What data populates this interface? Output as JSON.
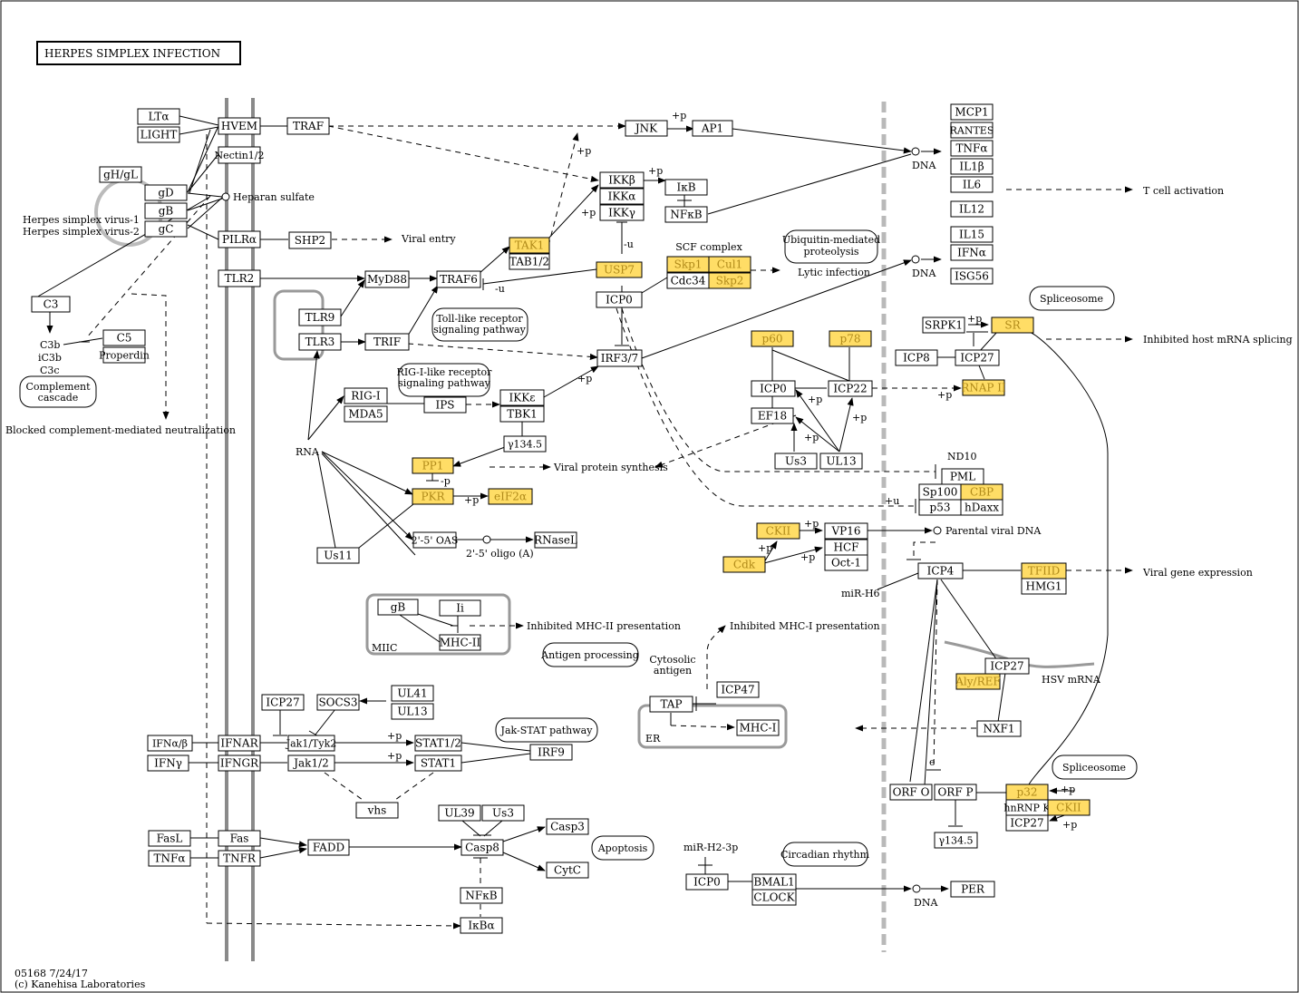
{
  "title": "HERPES SIMPLEX INFECTION",
  "footer": {
    "id_date": "05168 7/24/17",
    "copyright": "(c) Kanehisa Laboratories"
  },
  "colors": {
    "highlight_fill": "#ffdd66",
    "highlight_text": "#b08a1a",
    "membrane": "#8a8a8a"
  },
  "nodes": [
    {
      "id": "lta",
      "label": "LTα",
      "hl": false
    },
    {
      "id": "light",
      "label": "LIGHT",
      "hl": false
    },
    {
      "id": "hvem",
      "label": "HVEM",
      "hl": false
    },
    {
      "id": "traf",
      "label": "TRAF",
      "hl": false
    },
    {
      "id": "nectin",
      "label": "Nectin1/2",
      "hl": false
    },
    {
      "id": "ghgl",
      "label": "gH/gL",
      "hl": false
    },
    {
      "id": "gd",
      "label": "gD",
      "hl": false
    },
    {
      "id": "gb",
      "label": "gB",
      "hl": false
    },
    {
      "id": "gc",
      "label": "gC",
      "hl": false
    },
    {
      "id": "pilra",
      "label": "PILRα",
      "hl": false
    },
    {
      "id": "shp2",
      "label": "SHP2",
      "hl": false
    },
    {
      "id": "tlr2",
      "label": "TLR2",
      "hl": false
    },
    {
      "id": "myd88",
      "label": "MyD88",
      "hl": false
    },
    {
      "id": "traf6",
      "label": "TRAF6",
      "hl": false
    },
    {
      "id": "tlr9",
      "label": "TLR9",
      "hl": false
    },
    {
      "id": "tlr3",
      "label": "TLR3",
      "hl": false
    },
    {
      "id": "trif",
      "label": "TRIF",
      "hl": false
    },
    {
      "id": "c3",
      "label": "C3",
      "hl": false
    },
    {
      "id": "c5",
      "label": "C5",
      "hl": false
    },
    {
      "id": "properdin",
      "label": "Properdin",
      "hl": false
    },
    {
      "id": "jnk",
      "label": "JNK",
      "hl": false
    },
    {
      "id": "ap1",
      "label": "AP1",
      "hl": false
    },
    {
      "id": "ikkb",
      "label": "IKKβ",
      "hl": false
    },
    {
      "id": "ikka",
      "label": "IKKα",
      "hl": false
    },
    {
      "id": "ikkg",
      "label": "IKKγ",
      "hl": false
    },
    {
      "id": "ikb",
      "label": "IκB",
      "hl": false
    },
    {
      "id": "nfkb1",
      "label": "NFκB",
      "hl": false
    },
    {
      "id": "tak1",
      "label": "TAK1",
      "hl": true
    },
    {
      "id": "tab12",
      "label": "TAB1/2",
      "hl": false
    },
    {
      "id": "usp7",
      "label": "USP7",
      "hl": true
    },
    {
      "id": "icp0a",
      "label": "ICP0",
      "hl": false
    },
    {
      "id": "skp1",
      "label": "Skp1",
      "hl": true
    },
    {
      "id": "cul1",
      "label": "Cul1",
      "hl": true
    },
    {
      "id": "cdc34",
      "label": "Cdc34",
      "hl": false
    },
    {
      "id": "skp2",
      "label": "Skp2",
      "hl": true
    },
    {
      "id": "irf37",
      "label": "IRF3/7",
      "hl": false
    },
    {
      "id": "rigi",
      "label": "RIG-I",
      "hl": false
    },
    {
      "id": "mda5",
      "label": "MDA5",
      "hl": false
    },
    {
      "id": "ips",
      "label": "IPS",
      "hl": false
    },
    {
      "id": "ikke",
      "label": "IKKε",
      "hl": false
    },
    {
      "id": "tbk1",
      "label": "TBK1",
      "hl": false
    },
    {
      "id": "g345a",
      "label": "γ134.5",
      "hl": false
    },
    {
      "id": "pp1",
      "label": "PP1",
      "hl": true
    },
    {
      "id": "pkr",
      "label": "PKR",
      "hl": true
    },
    {
      "id": "eif2a",
      "label": "eIF2α",
      "hl": true
    },
    {
      "id": "oas",
      "label": "2'-5' OAS",
      "hl": false
    },
    {
      "id": "rnasel",
      "label": "RNaseL",
      "hl": false
    },
    {
      "id": "us11",
      "label": "Us11",
      "hl": false
    },
    {
      "id": "gb2",
      "label": "gB",
      "hl": false
    },
    {
      "id": "ii",
      "label": "Ii",
      "hl": false
    },
    {
      "id": "mhc2",
      "label": "MHC-II",
      "hl": false
    },
    {
      "id": "icp27a",
      "label": "ICP27",
      "hl": false
    },
    {
      "id": "socs3",
      "label": "SOCS3",
      "hl": false
    },
    {
      "id": "ul41",
      "label": "UL41",
      "hl": false
    },
    {
      "id": "ul13a",
      "label": "UL13",
      "hl": false
    },
    {
      "id": "ifnab",
      "label": "IFNα/β",
      "hl": false
    },
    {
      "id": "ifnar",
      "label": "IFNAR",
      "hl": false
    },
    {
      "id": "jak1tyk2",
      "label": "Jak1/Tyk2",
      "hl": false
    },
    {
      "id": "stat12",
      "label": "STAT1/2",
      "hl": false
    },
    {
      "id": "ifng",
      "label": "IFNγ",
      "hl": false
    },
    {
      "id": "ifngr",
      "label": "IFNGR",
      "hl": false
    },
    {
      "id": "jak12",
      "label": "Jak1/2",
      "hl": false
    },
    {
      "id": "stat1",
      "label": "STAT1",
      "hl": false
    },
    {
      "id": "irf9",
      "label": "IRF9",
      "hl": false
    },
    {
      "id": "vhs",
      "label": "vhs",
      "hl": false
    },
    {
      "id": "fasl",
      "label": "FasL",
      "hl": false
    },
    {
      "id": "fas",
      "label": "Fas",
      "hl": false
    },
    {
      "id": "tnfa2",
      "label": "TNFα",
      "hl": false
    },
    {
      "id": "tnfr",
      "label": "TNFR",
      "hl": false
    },
    {
      "id": "fadd",
      "label": "FADD",
      "hl": false
    },
    {
      "id": "ul39",
      "label": "UL39",
      "hl": false
    },
    {
      "id": "us3a",
      "label": "Us3",
      "hl": false
    },
    {
      "id": "casp8",
      "label": "Casp8",
      "hl": false
    },
    {
      "id": "casp3",
      "label": "Casp3",
      "hl": false
    },
    {
      "id": "cytc",
      "label": "CytC",
      "hl": false
    },
    {
      "id": "nfkb2",
      "label": "NFκB",
      "hl": false
    },
    {
      "id": "ikba",
      "label": "IκBα",
      "hl": false
    },
    {
      "id": "tap",
      "label": "TAP",
      "hl": false
    },
    {
      "id": "icp47",
      "label": "ICP47",
      "hl": false
    },
    {
      "id": "mhc1",
      "label": "MHC-I",
      "hl": false
    },
    {
      "id": "p60",
      "label": "p60",
      "hl": true
    },
    {
      "id": "p78",
      "label": "p78",
      "hl": true
    },
    {
      "id": "icp0b",
      "label": "ICP0",
      "hl": false
    },
    {
      "id": "icp22",
      "label": "ICP22",
      "hl": false
    },
    {
      "id": "ef18",
      "label": "EF18",
      "hl": false
    },
    {
      "id": "us3b",
      "label": "Us3",
      "hl": false
    },
    {
      "id": "ul13b",
      "label": "UL13",
      "hl": false
    },
    {
      "id": "ckii1",
      "label": "CKII",
      "hl": true
    },
    {
      "id": "cdk",
      "label": "Cdk",
      "hl": true
    },
    {
      "id": "vp16",
      "label": "VP16",
      "hl": false
    },
    {
      "id": "hcf",
      "label": "HCF",
      "hl": false
    },
    {
      "id": "oct1",
      "label": "Oct-1",
      "hl": false
    },
    {
      "id": "mcp1",
      "label": "MCP1",
      "hl": false
    },
    {
      "id": "rantes",
      "label": "RANTES",
      "hl": false
    },
    {
      "id": "tnfa1",
      "label": "TNFα",
      "hl": false
    },
    {
      "id": "il1b",
      "label": "IL1β",
      "hl": false
    },
    {
      "id": "il6",
      "label": "IL6",
      "hl": false
    },
    {
      "id": "il12",
      "label": "IL12",
      "hl": false
    },
    {
      "id": "il15",
      "label": "IL15",
      "hl": false
    },
    {
      "id": "ifna",
      "label": "IFNα",
      "hl": false
    },
    {
      "id": "isg56",
      "label": "ISG56",
      "hl": false
    },
    {
      "id": "srpk1",
      "label": "SRPK1",
      "hl": false
    },
    {
      "id": "sr",
      "label": "SR",
      "hl": true
    },
    {
      "id": "icp8",
      "label": "ICP8",
      "hl": false
    },
    {
      "id": "icp27b",
      "label": "ICP27",
      "hl": false
    },
    {
      "id": "rnap2",
      "label": "RNAP II",
      "hl": true
    },
    {
      "id": "pml",
      "label": "PML",
      "hl": false
    },
    {
      "id": "sp100",
      "label": "Sp100",
      "hl": false
    },
    {
      "id": "cbp",
      "label": "CBP",
      "hl": true
    },
    {
      "id": "p53",
      "label": "p53",
      "hl": false
    },
    {
      "id": "hdaxx",
      "label": "hDaxx",
      "hl": false
    },
    {
      "id": "icp4",
      "label": "ICP4",
      "hl": false
    },
    {
      "id": "tfiid",
      "label": "TFIID",
      "hl": true
    },
    {
      "id": "hmg1",
      "label": "HMG1",
      "hl": false
    },
    {
      "id": "icp27c",
      "label": "ICP27",
      "hl": false
    },
    {
      "id": "alyref",
      "label": "Aly/REF",
      "hl": true
    },
    {
      "id": "nxf1",
      "label": "NXF1",
      "hl": false
    },
    {
      "id": "orfo",
      "label": "ORF O",
      "hl": false
    },
    {
      "id": "orfp",
      "label": "ORF P",
      "hl": false
    },
    {
      "id": "p32",
      "label": "p32",
      "hl": true
    },
    {
      "id": "hnrnpk",
      "label": "hnRNP K",
      "hl": false
    },
    {
      "id": "ckii2",
      "label": "CKII",
      "hl": true
    },
    {
      "id": "icp27d",
      "label": "ICP27",
      "hl": false
    },
    {
      "id": "g345b",
      "label": "γ134.5",
      "hl": false
    },
    {
      "id": "icp0c",
      "label": "ICP0",
      "hl": false
    },
    {
      "id": "bmal1",
      "label": "BMAL1",
      "hl": false
    },
    {
      "id": "clock",
      "label": "CLOCK",
      "hl": false
    },
    {
      "id": "per",
      "label": "PER",
      "hl": false
    }
  ],
  "pathways": [
    {
      "id": "ubiq",
      "label": "Ubiquitin-mediated proteolysis"
    },
    {
      "id": "spliceo1",
      "label": "Spliceosome"
    },
    {
      "id": "tlrpath",
      "label": "Toll-like receptor signaling pathway"
    },
    {
      "id": "rigpath",
      "label": "RIG-I-like receptor signaling pathway"
    },
    {
      "id": "complement",
      "label": "Complement cascade"
    },
    {
      "id": "antigen",
      "label": "Antigen processing"
    },
    {
      "id": "jakstat",
      "label": "Jak-STAT pathway"
    },
    {
      "id": "apoptosis",
      "label": "Apoptosis"
    },
    {
      "id": "circadian",
      "label": "Circadian rhythm"
    },
    {
      "id": "spliceo2",
      "label": "Spliceosome"
    }
  ],
  "labels": [
    {
      "id": "heparan",
      "text": "Heparan sulfate"
    },
    {
      "id": "hsv1",
      "text": "Herpes simplex virus-1"
    },
    {
      "id": "hsv2",
      "text": "Herpes simplex virus-2"
    },
    {
      "id": "viralentry",
      "text": "Viral entry"
    },
    {
      "id": "c3b",
      "text": "C3b"
    },
    {
      "id": "ic3b",
      "text": "iC3b"
    },
    {
      "id": "c3c",
      "text": "C3c"
    },
    {
      "id": "blocked",
      "text": "Blocked complement-mediated neutralization"
    },
    {
      "id": "scf",
      "text": "SCF complex"
    },
    {
      "id": "lytic",
      "text": "Lytic infection"
    },
    {
      "id": "dna1",
      "text": "DNA"
    },
    {
      "id": "dna2",
      "text": "DNA"
    },
    {
      "id": "dna3",
      "text": "DNA"
    },
    {
      "id": "tcell",
      "text": "T cell activation"
    },
    {
      "id": "inhibsplice",
      "text": "Inhibited host mRNA splicing"
    },
    {
      "id": "rna",
      "text": "RNA"
    },
    {
      "id": "vps",
      "text": "Viral protein synthesis"
    },
    {
      "id": "oligo",
      "text": "2'-5' oligo (A)"
    },
    {
      "id": "nd10",
      "text": "ND10"
    },
    {
      "id": "pvdna",
      "text": "Parental viral DNA"
    },
    {
      "id": "mirh6",
      "text": "miR-H6"
    },
    {
      "id": "vge",
      "text": "Viral gene expression"
    },
    {
      "id": "inhibmhc2",
      "text": "Inhibited MHC-II presentation"
    },
    {
      "id": "miic",
      "text": "MIIC"
    },
    {
      "id": "inhibmhc1",
      "text": "Inhibited MHC-I presentation"
    },
    {
      "id": "cytosolic",
      "text": "Cytosolic antigen"
    },
    {
      "id": "er",
      "text": "ER"
    },
    {
      "id": "hsvmrna",
      "text": "HSV mRNA"
    },
    {
      "id": "mirh23",
      "text": "miR-H2-3p"
    },
    {
      "id": "p1",
      "text": "+p"
    },
    {
      "id": "p2",
      "text": "+p"
    },
    {
      "id": "p3",
      "text": "+p"
    },
    {
      "id": "p4",
      "text": "+p"
    },
    {
      "id": "p5",
      "text": "+p"
    },
    {
      "id": "p6",
      "text": "+p"
    },
    {
      "id": "p7",
      "text": "+p"
    },
    {
      "id": "p8",
      "text": "+p"
    },
    {
      "id": "p9",
      "text": "+p"
    },
    {
      "id": "p10",
      "text": "+p"
    },
    {
      "id": "p11",
      "text": "+p"
    },
    {
      "id": "p12",
      "text": "+p"
    },
    {
      "id": "p13",
      "text": "+p"
    },
    {
      "id": "p14",
      "text": "+p"
    },
    {
      "id": "p15",
      "text": "+p"
    },
    {
      "id": "p16",
      "text": "+p"
    },
    {
      "id": "p17",
      "text": "+p"
    },
    {
      "id": "p18",
      "text": "+p"
    },
    {
      "id": "p19",
      "text": "+p"
    },
    {
      "id": "p20",
      "text": "+p"
    },
    {
      "id": "p21",
      "text": "+p"
    },
    {
      "id": "u1",
      "text": "-u"
    },
    {
      "id": "u2",
      "text": "-u"
    },
    {
      "id": "u3",
      "text": "+u"
    },
    {
      "id": "mp1",
      "text": "-p"
    },
    {
      "id": "e1",
      "text": "e"
    }
  ]
}
